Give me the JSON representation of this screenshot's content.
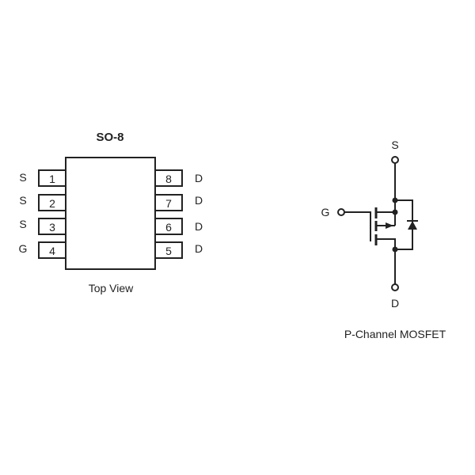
{
  "package": {
    "title": "SO-8",
    "caption": "Top View",
    "left_pins": [
      {
        "number": "1",
        "label": "S"
      },
      {
        "number": "2",
        "label": "S"
      },
      {
        "number": "3",
        "label": "S"
      },
      {
        "number": "4",
        "label": "G"
      }
    ],
    "right_pins": [
      {
        "number": "8",
        "label": "D"
      },
      {
        "number": "7",
        "label": "D"
      },
      {
        "number": "6",
        "label": "D"
      },
      {
        "number": "5",
        "label": "D"
      }
    ]
  },
  "schematic": {
    "source_label": "S",
    "gate_label": "G",
    "drain_label": "D",
    "caption": "P-Channel MOSFET"
  },
  "colors": {
    "stroke": "#222222",
    "background": "#ffffff"
  }
}
